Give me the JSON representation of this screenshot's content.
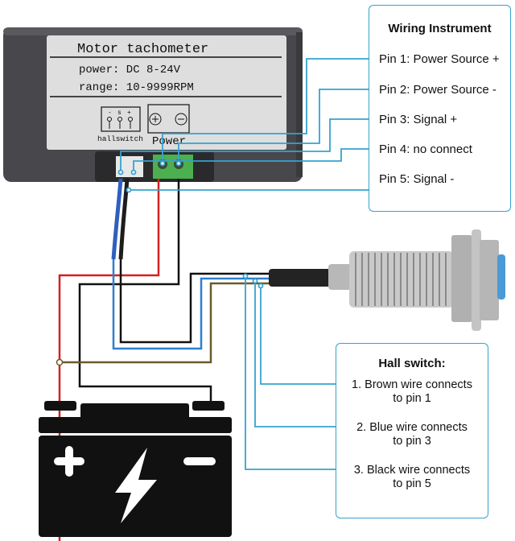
{
  "device": {
    "title": "Motor tachometer",
    "power_spec": "power: DC 8-24V",
    "range_spec": "range: 10-9999RPM",
    "hallswitch_label": "hallswitch",
    "hallswitch_pins": [
      "-",
      "s",
      "+"
    ],
    "power_label": "Power",
    "power_terminals": [
      "+",
      "-"
    ]
  },
  "wiring_panel": {
    "title": "Wiring Instrument",
    "pins": [
      {
        "label": "Pin 1: Power Source +"
      },
      {
        "label": "Pin 2: Power Source -"
      },
      {
        "label": "Pin 3: Signal +"
      },
      {
        "label": "Pin 4: no connect"
      },
      {
        "label": "Pin 5: Signal -"
      }
    ]
  },
  "hall_panel": {
    "title": "Hall switch:",
    "items": [
      {
        "line1": "1. Brown wire connects",
        "line2": "to pin 1"
      },
      {
        "line1": "2. Blue wire connects",
        "line2": "to pin 3"
      },
      {
        "line1": "3. Black wire connects",
        "line2": "to pin 5"
      }
    ]
  },
  "battery": {
    "positive_symbol": "+",
    "negative_symbol": "−",
    "icon": "lightning-bolt-icon"
  },
  "colors": {
    "callout_blue": "#35a3cf",
    "wire_red": "#d42020",
    "wire_black": "#111111",
    "wire_blue": "#2f7fd0",
    "wire_brown": "#6b5a2a",
    "device_body": "#4a4a4e",
    "terminal_green": "#4caf50"
  }
}
